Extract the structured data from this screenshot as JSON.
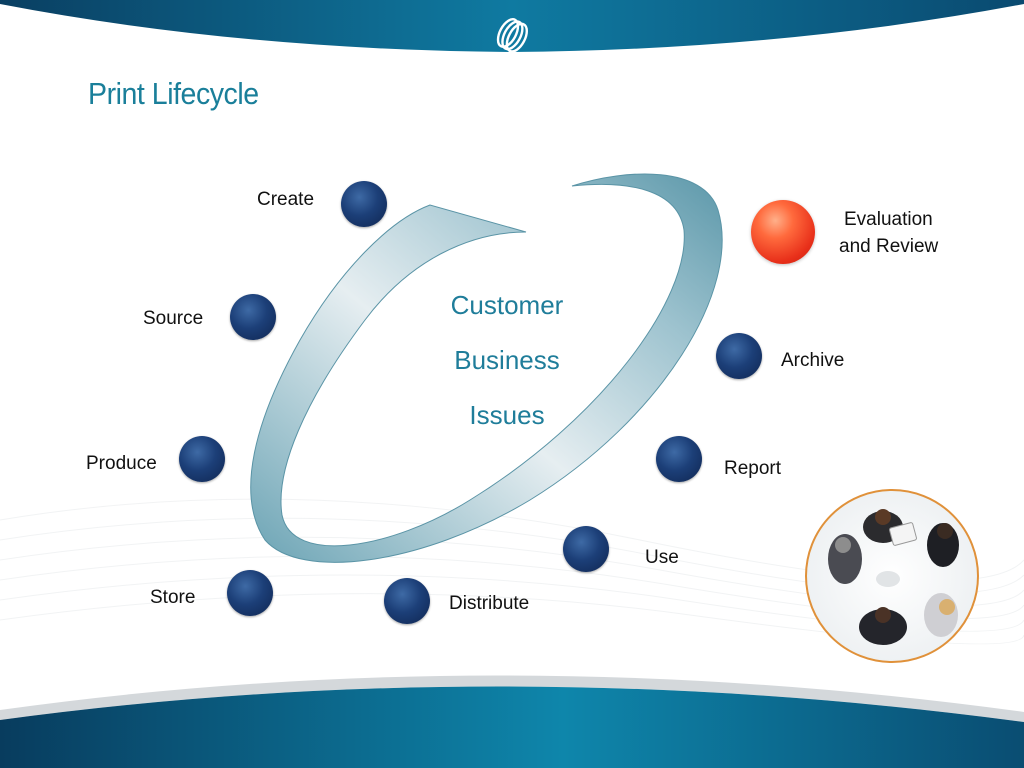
{
  "slide": {
    "title": "Print Lifecycle",
    "center": {
      "line1": "Customer",
      "line2": "Business",
      "line3": "Issues"
    },
    "stages": {
      "create": "Create",
      "source": "Source",
      "produce": "Produce",
      "store": "Store",
      "distribute": "Distribute",
      "use": "Use",
      "report": "Report",
      "archive": "Archive",
      "evaluation_line1": "Evaluation",
      "evaluation_line2": "and Review"
    }
  },
  "colors": {
    "title": "#1a7f9a",
    "band": "#0b6e95",
    "node": "#1c3f78",
    "highlight_node": "#e8301a",
    "photo_ring": "#e0913a"
  }
}
